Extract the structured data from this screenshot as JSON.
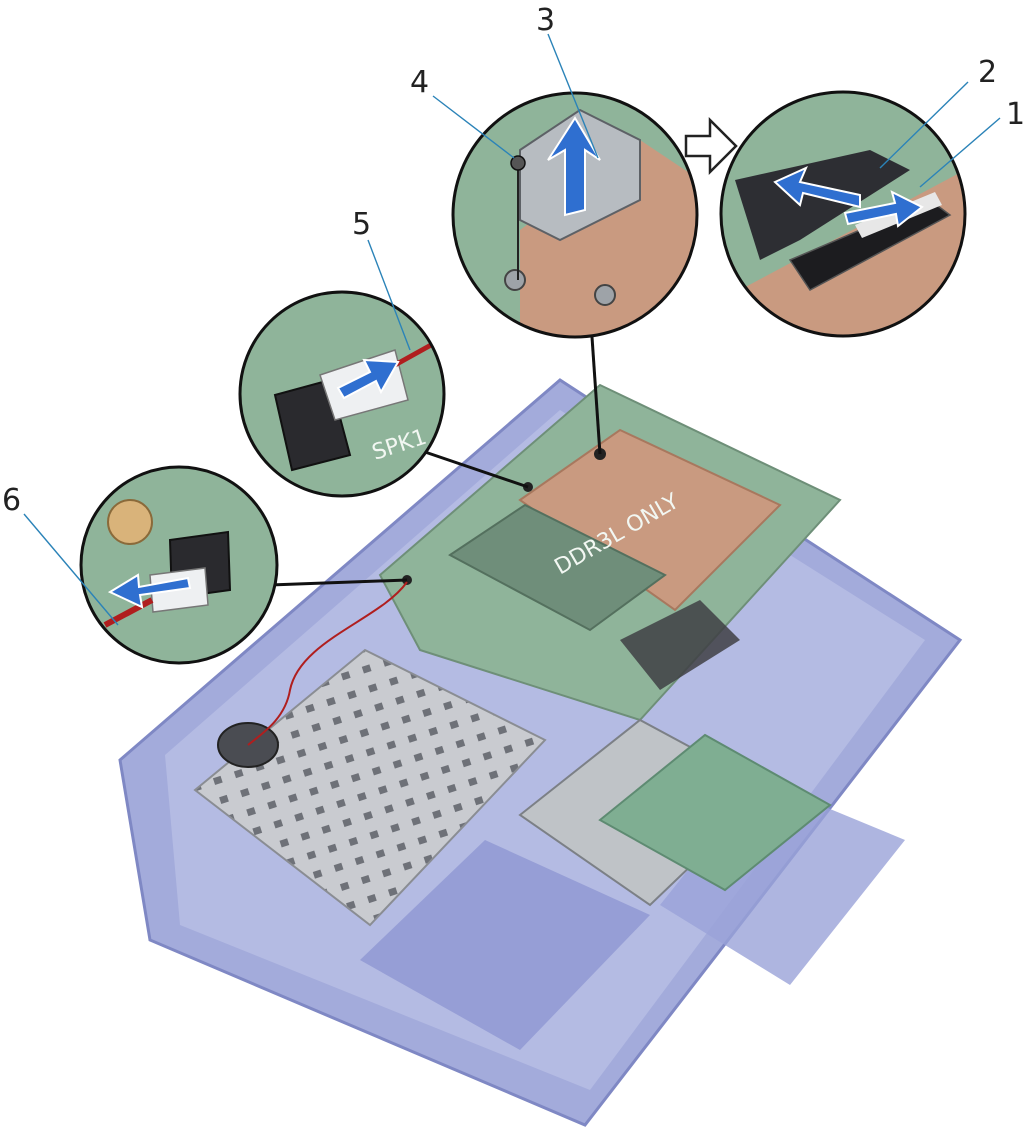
{
  "callouts": [
    {
      "id": "1",
      "label": "1"
    },
    {
      "id": "2",
      "label": "2"
    },
    {
      "id": "3",
      "label": "3"
    },
    {
      "id": "4",
      "label": "4"
    },
    {
      "id": "5",
      "label": "5"
    },
    {
      "id": "6",
      "label": "6"
    }
  ],
  "silkscreen": {
    "ram_label": "DDR3L ONLY",
    "speaker_label": "SPK1"
  },
  "colors": {
    "chassis": "#9aa3d6",
    "board": "#8fb49a",
    "shield": "#c99a80",
    "tray": "#c6c8cc",
    "arrow": "#2f6fd0",
    "callout_line": "#2b83b8"
  }
}
